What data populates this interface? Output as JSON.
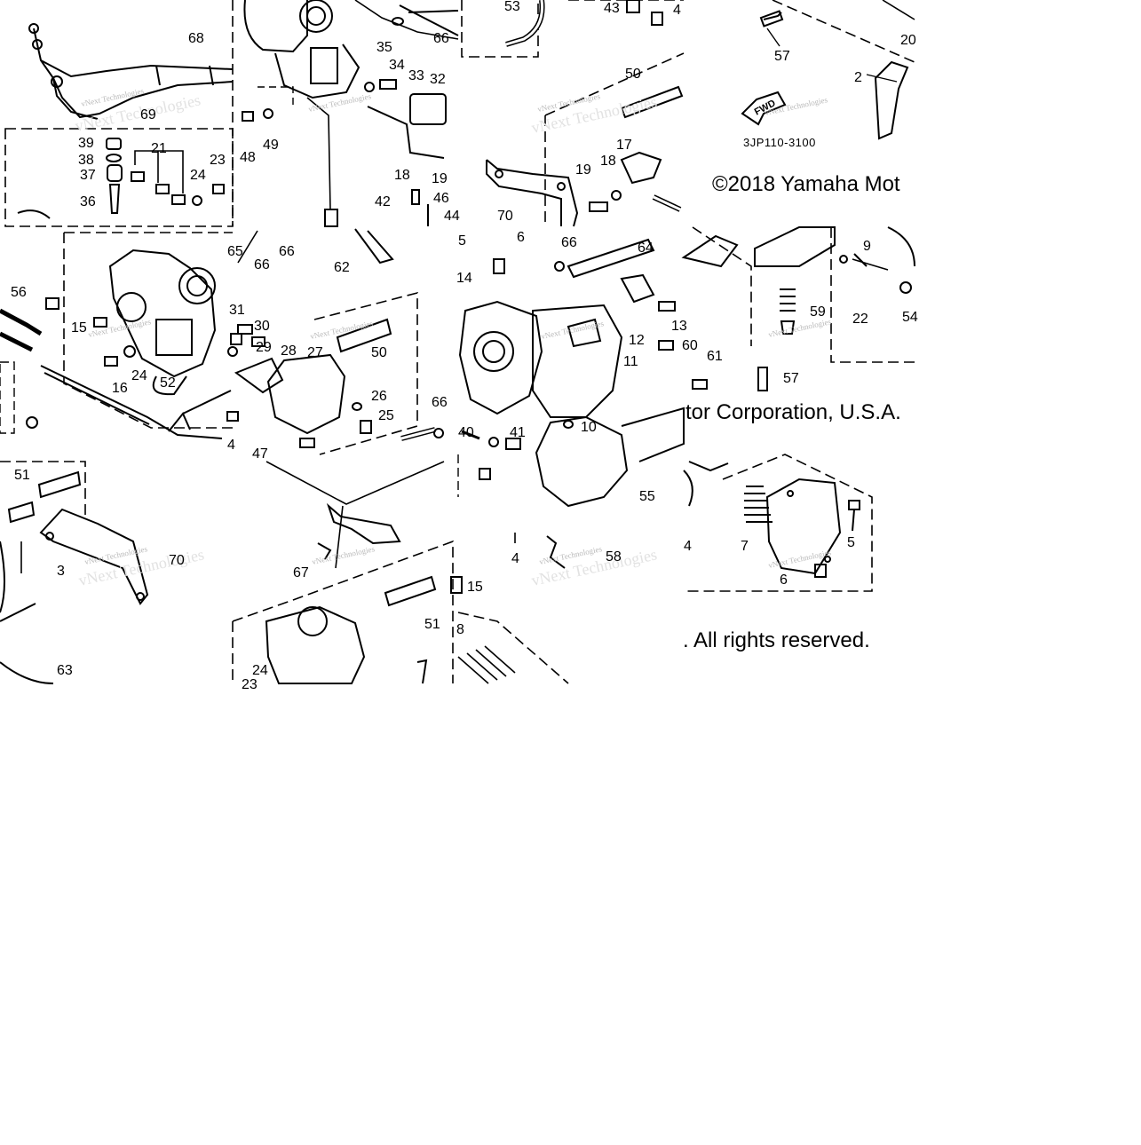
{
  "watermark": "vNext Technologies",
  "watermark_bg": "vNext Technologies",
  "diagram_code": "3JP110-3100",
  "fwd_label": "FWD",
  "copyright": {
    "line1": "©2018 Yamaha Mot",
    "line2": "tor Corporation, U.S.A.",
    "line3": ". All rights reserved."
  },
  "callouts": [
    "68",
    "69",
    "39",
    "38",
    "21",
    "23",
    "37",
    "24",
    "36",
    "35",
    "34",
    "33",
    "32",
    "66",
    "48",
    "49",
    "18",
    "19",
    "42",
    "46",
    "44",
    "53",
    "43",
    "4",
    "50",
    "17",
    "19",
    "18",
    "70",
    "57",
    "2",
    "20",
    "65",
    "66",
    "66",
    "62",
    "56",
    "15",
    "31",
    "30",
    "29",
    "28",
    "27",
    "50",
    "16",
    "24",
    "52",
    "26",
    "25",
    "4",
    "47",
    "66",
    "5",
    "6",
    "66",
    "64",
    "14",
    "13",
    "12",
    "60",
    "61",
    "11",
    "40",
    "41",
    "10",
    "55",
    "58",
    "9",
    "59",
    "22",
    "54",
    "57",
    "51",
    "3",
    "70",
    "63",
    "67",
    "51",
    "15",
    "8",
    "24",
    "23",
    "7",
    "5",
    "6",
    "4",
    "4"
  ]
}
